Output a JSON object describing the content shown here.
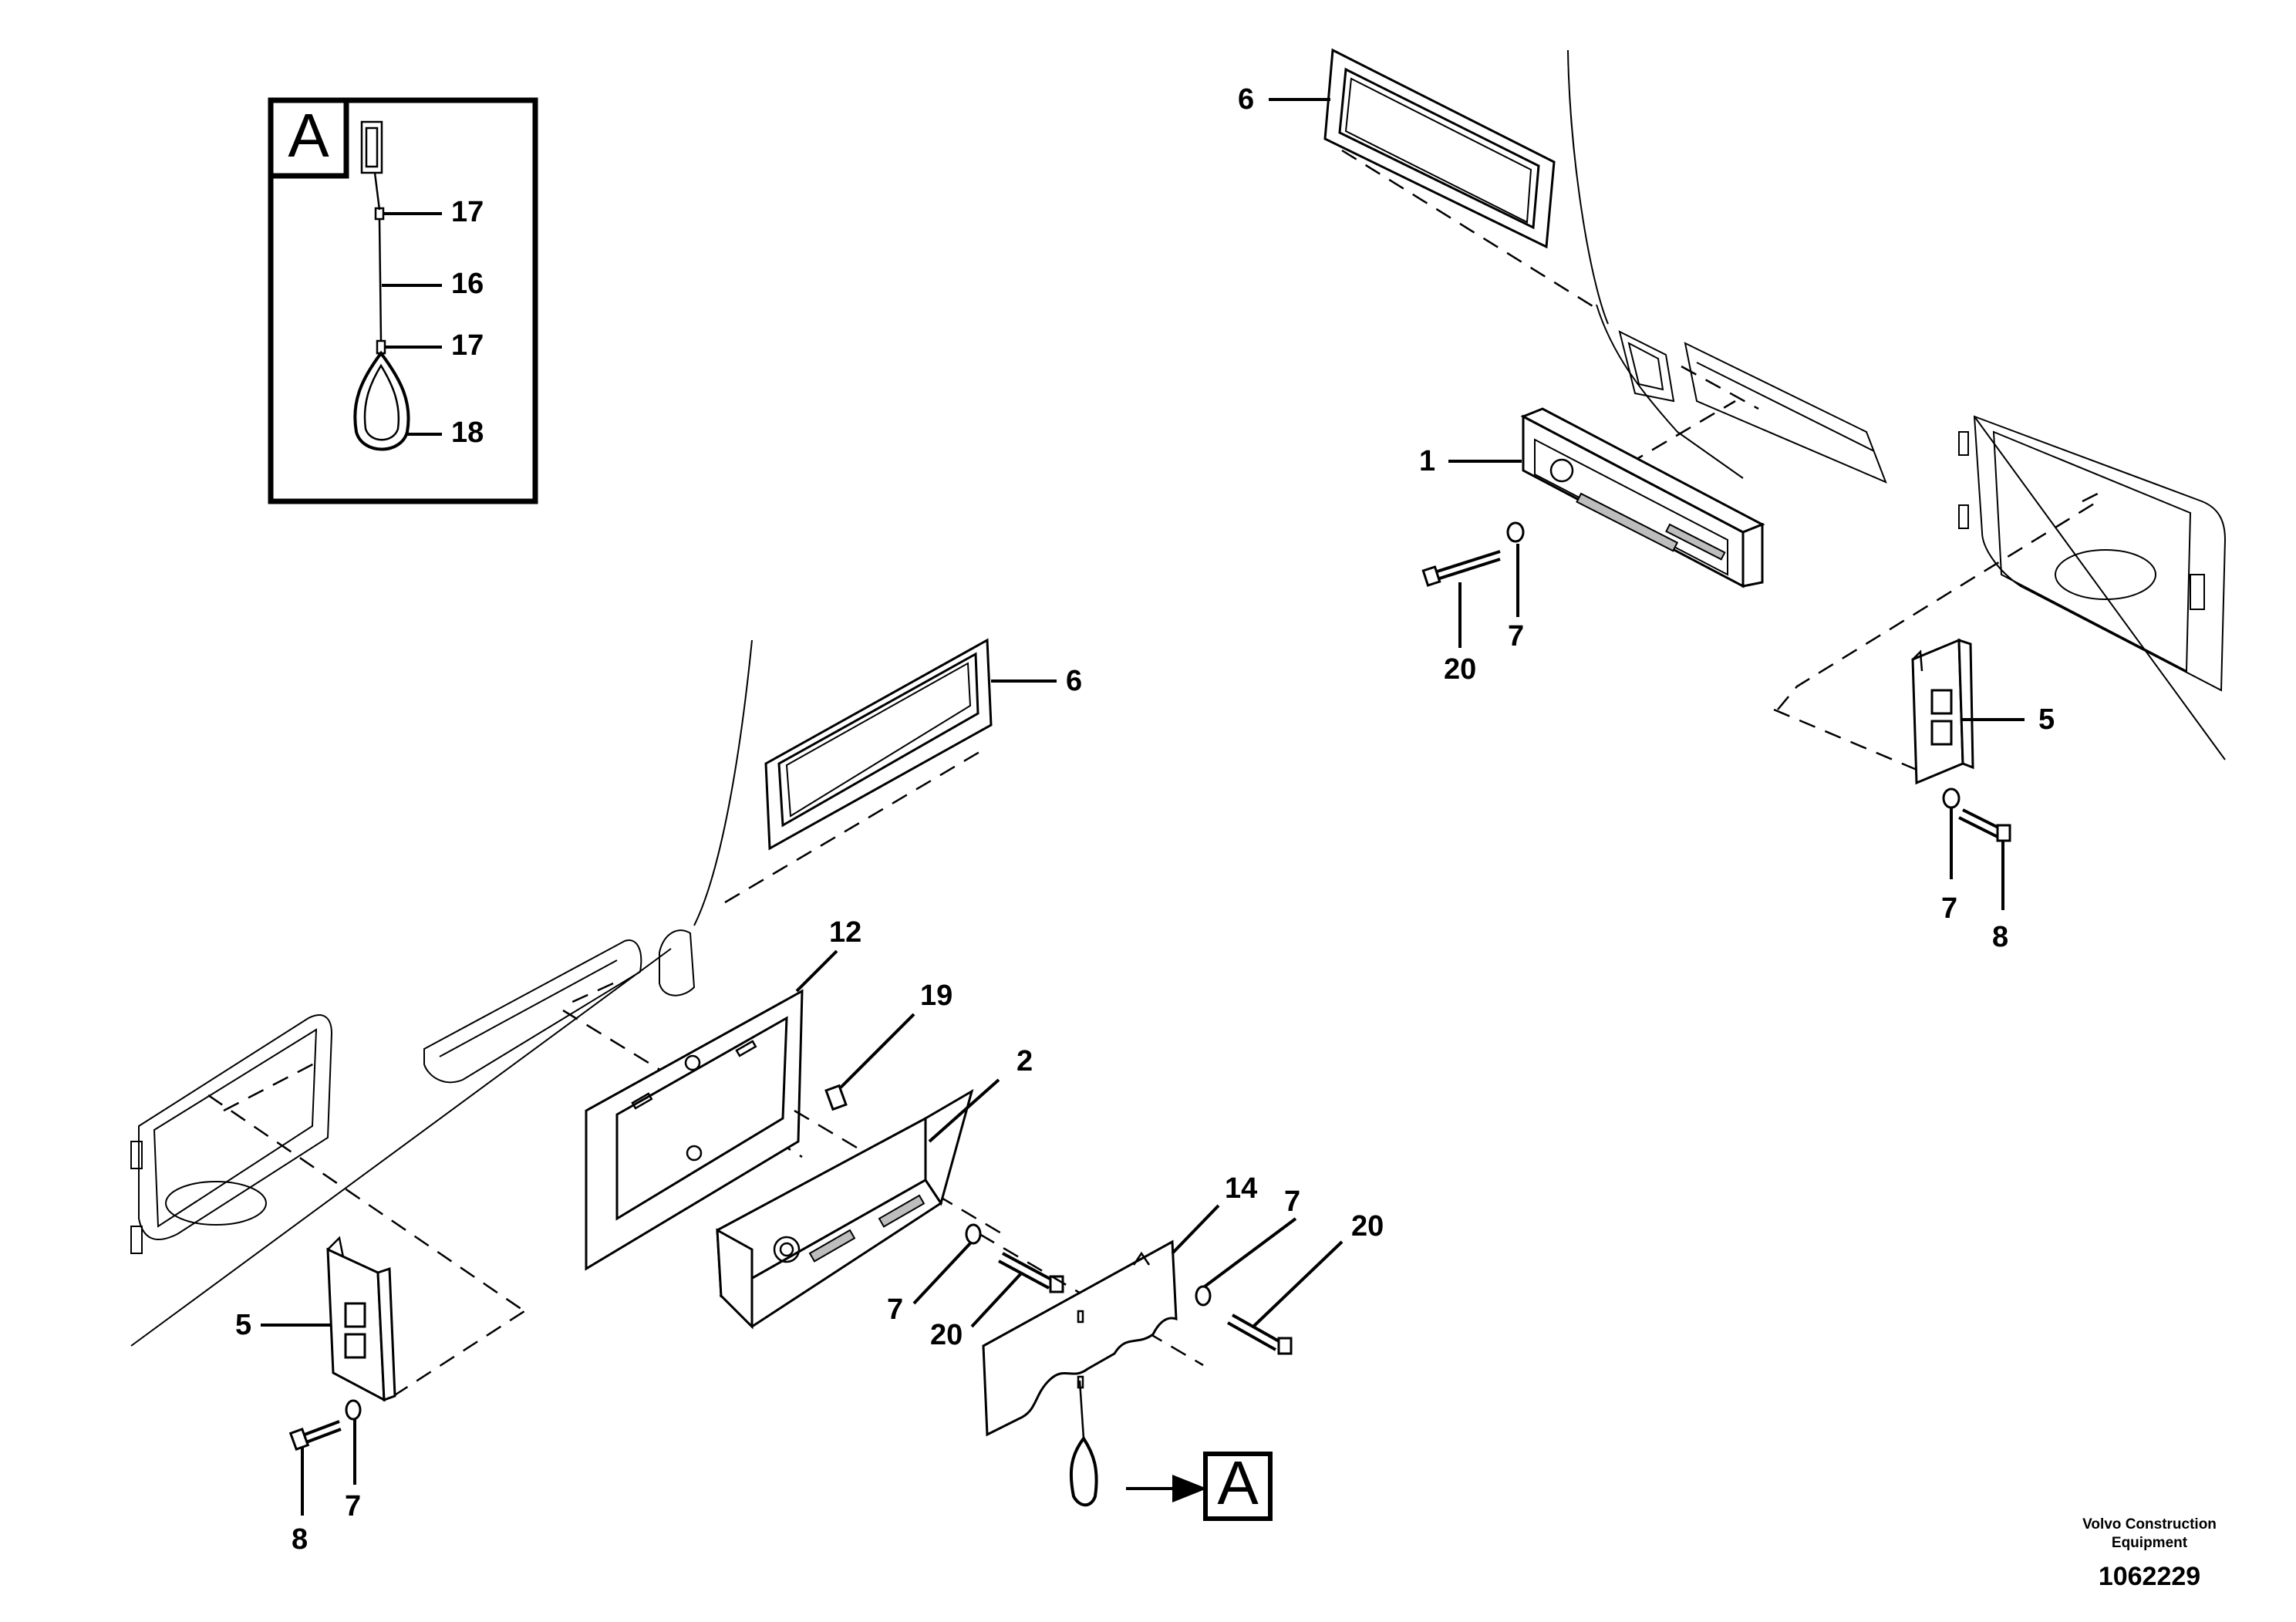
{
  "detail": {
    "letter": "A"
  },
  "callouts": {
    "p1": "1",
    "p2": "2",
    "p5_left": "5",
    "p5_right": "5",
    "p6_top": "6",
    "p6_mid": "6",
    "p7_a": "7",
    "p7_b": "7",
    "p7_c": "7",
    "p7_d": "7",
    "p7_e": "7",
    "p8_left": "8",
    "p8_right": "8",
    "p12": "12",
    "p14": "14",
    "p16": "16",
    "p17_upper": "17",
    "p17_lower": "17",
    "p18": "18",
    "p19": "19",
    "p20_a": "20",
    "p20_b": "20",
    "p20_c": "20"
  },
  "credit": {
    "line1": "Volvo Construction",
    "line2": "Equipment",
    "ref": "1062229"
  }
}
